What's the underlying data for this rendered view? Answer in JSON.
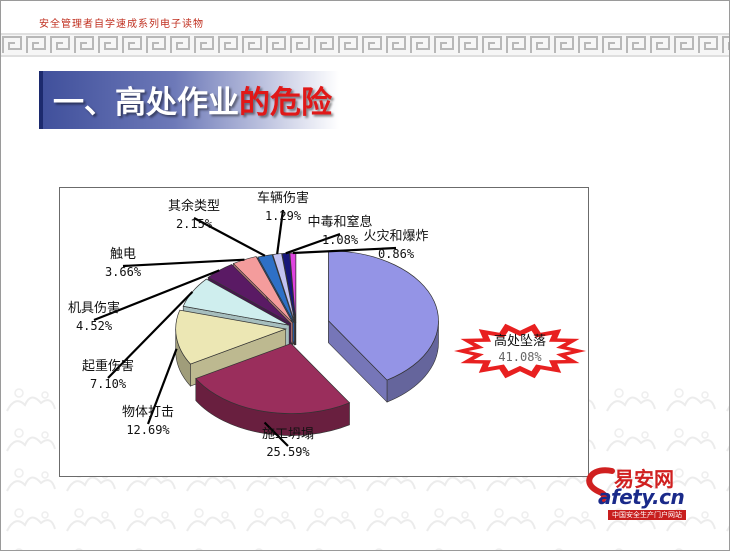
{
  "header": {
    "series_caption": "安全管理者自学速成系列电子读物"
  },
  "title": {
    "part1": "一、高处作业",
    "part2": "的危险"
  },
  "logo": {
    "name": "易安网",
    "domain": "afety.cn",
    "tagline": "中国安全生产门户网站"
  },
  "colors": {
    "title_red": "#e01818",
    "title_bar": "#3f4f9b",
    "burst_red": "#e82020"
  },
  "chart_data": {
    "type": "pie",
    "title": "",
    "style": "3d-exploded",
    "slices": [
      {
        "label": "高处坠落",
        "value_text": "41.08%",
        "value": 41.08,
        "color": "#9494e6"
      },
      {
        "label": "施工坍塌",
        "value_text": "25.59%",
        "value": 25.59,
        "color": "#9a2e5c"
      },
      {
        "label": "物体打击",
        "value_text": "12.69%",
        "value": 12.69,
        "color": "#ece7b4"
      },
      {
        "label": "起重伤害",
        "value_text": "7.10%",
        "value": 7.1,
        "color": "#cfeeee"
      },
      {
        "label": "机具伤害",
        "value_text": "4.52%",
        "value": 4.52,
        "color": "#5a1a64"
      },
      {
        "label": "触电",
        "value_text": "3.66%",
        "value": 3.66,
        "color": "#f49c9c"
      },
      {
        "label": "其余类型",
        "value_text": "2.15%",
        "value": 2.15,
        "color": "#2e70c6"
      },
      {
        "label": "车辆伤害",
        "value_text": "1.29%",
        "value": 1.29,
        "color": "#c2c2f2"
      },
      {
        "label": "中毒和窒息",
        "value_text": "1.08%",
        "value": 1.08,
        "color": "#16167a"
      },
      {
        "label": "火灾和爆炸",
        "value_text": "0.86%",
        "value": 0.86,
        "color": "#e044e0"
      }
    ],
    "highlighted_slice": "高处坠落",
    "legend": "none"
  }
}
